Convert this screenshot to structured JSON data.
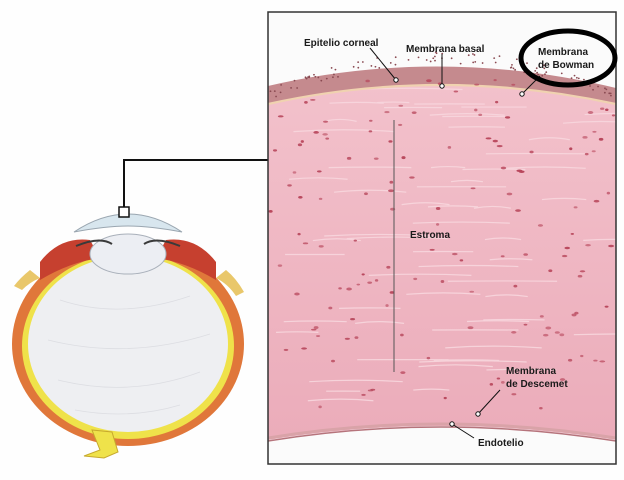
{
  "labels": {
    "epitelio": "Epitelio corneal",
    "basal": "Membrana basal",
    "bowman_1": "Membrana",
    "bowman_2": "de Bowman",
    "estroma": "Estroma",
    "descemet_1": "Membrana",
    "descemet_2": "de Descemet",
    "endotelio": "Endotelio"
  },
  "colors": {
    "stroma": "#efb6c2",
    "epithelium": "#c58a8e",
    "cell_dots": "#b8475c",
    "sclera": "#e0773a",
    "retina": "#efe24a",
    "highlight_ring": "#000000"
  }
}
